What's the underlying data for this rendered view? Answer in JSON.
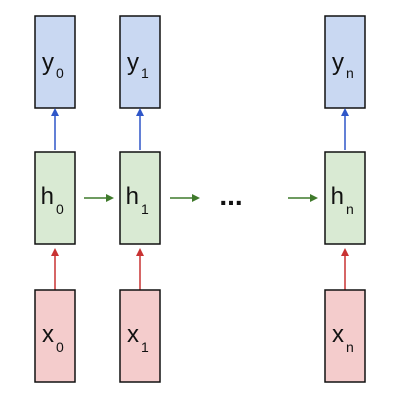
{
  "colors": {
    "output_fill": "#c9d8f2",
    "hidden_fill": "#d9ead3",
    "input_fill": "#f4cccc",
    "output_arrow": "#2f56c8",
    "recurrent_arrow": "#3f7a2b",
    "input_arrow": "#c83232"
  },
  "ellipsis": "...",
  "steps": [
    {
      "output": {
        "main": "y",
        "sub": "0"
      },
      "hidden": {
        "main": "h",
        "sub": "0"
      },
      "input": {
        "main": "x",
        "sub": "0"
      }
    },
    {
      "output": {
        "main": "y",
        "sub": "1"
      },
      "hidden": {
        "main": "h",
        "sub": "1"
      },
      "input": {
        "main": "x",
        "sub": "1"
      }
    },
    {
      "output": {
        "main": "y",
        "sub": "n"
      },
      "hidden": {
        "main": "h",
        "sub": "n"
      },
      "input": {
        "main": "x",
        "sub": "n"
      }
    }
  ]
}
